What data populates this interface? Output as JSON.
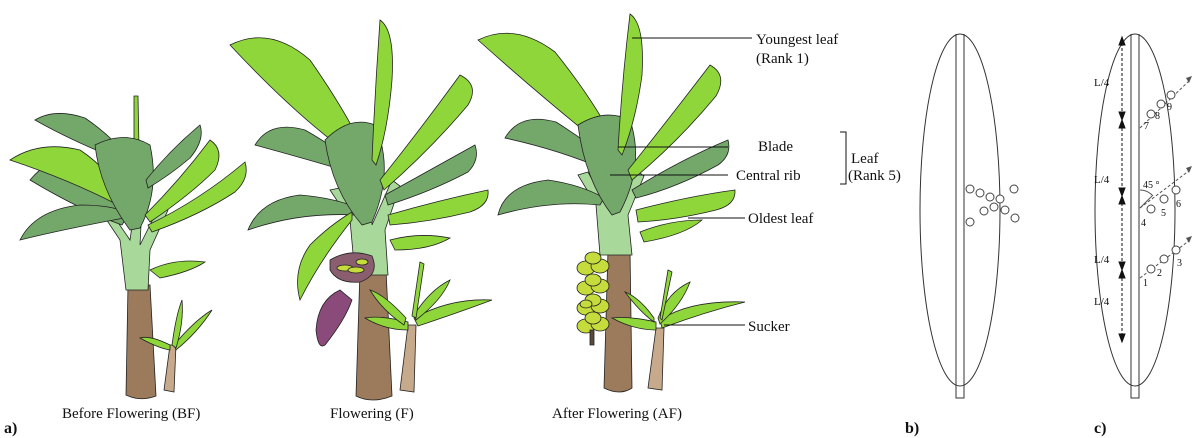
{
  "panels": {
    "a": {
      "label": "a)",
      "captions": [
        "Before Flowering (BF)",
        "Flowering (F)",
        "After Flowering (AF)"
      ],
      "annotations": {
        "youngest_leaf": "Youngest leaf",
        "youngest_rank": "(Rank 1)",
        "blade": "Blade",
        "central_rib": "Central rib",
        "leaf": "Leaf",
        "leaf_rank": "(Rank 5)",
        "oldest_leaf": "Oldest leaf",
        "sucker": "Sucker"
      }
    },
    "b": {
      "label": "b)"
    },
    "c": {
      "label": "c)",
      "segment_labels": [
        "L/4",
        "L/4",
        "L/4",
        "L/4"
      ],
      "angle_label": "45 °",
      "point_numbers": [
        "1",
        "2",
        "3",
        "4",
        "5",
        "6",
        "7",
        "8",
        "9"
      ]
    }
  },
  "colors": {
    "leaf_dark": "#74a86a",
    "leaf_light": "#8fd63a",
    "trunk": "#9b7b5c",
    "petiole": "#a9d99a",
    "flower": "#8a4a7a",
    "banana": "#c6dc3c",
    "outline": "#222222"
  }
}
